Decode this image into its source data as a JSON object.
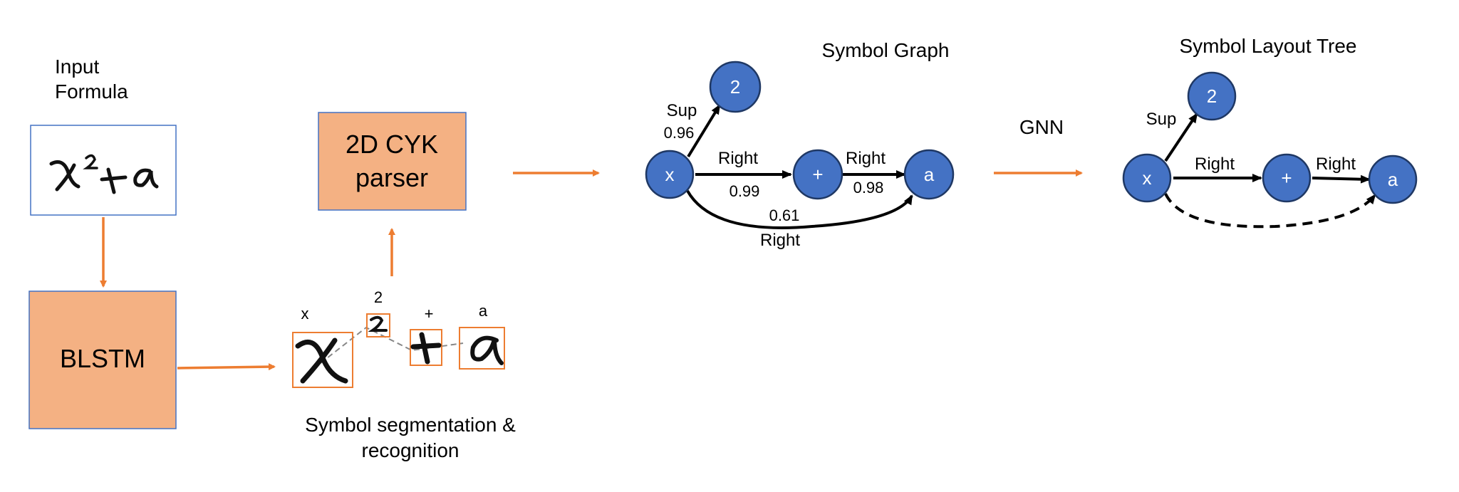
{
  "colors": {
    "orange_fill": "#F4B183",
    "orange_arrow": "#ED7D31",
    "blue_border": "#4472C4",
    "node_fill": "#4472C4",
    "node_stroke": "#1F3864",
    "edge": "#000000"
  },
  "input": {
    "title_line1": "Input",
    "title_line2": "Formula"
  },
  "blstm": {
    "label": "BLSTM"
  },
  "parser": {
    "line1": "2D CYK",
    "line2": "parser"
  },
  "segmentation": {
    "symbols": [
      "x",
      "2",
      "+",
      "a"
    ],
    "caption_line1": "Symbol segmentation &",
    "caption_line2": "recognition"
  },
  "symbol_graph": {
    "title": "Symbol Graph",
    "nodes": [
      "x",
      "2",
      "+",
      "a"
    ],
    "edges": [
      {
        "label": "Sup",
        "score": "0.96"
      },
      {
        "label": "Right",
        "score": "0.99"
      },
      {
        "label": "Right",
        "score": "0.98"
      },
      {
        "label": "Right",
        "score": "0.61"
      }
    ]
  },
  "gnn": {
    "label": "GNN"
  },
  "layout_tree": {
    "title": "Symbol Layout Tree",
    "nodes": [
      "x",
      "2",
      "+",
      "a"
    ],
    "edges": [
      {
        "label": "Sup"
      },
      {
        "label": "Right"
      },
      {
        "label": "Right"
      }
    ]
  }
}
